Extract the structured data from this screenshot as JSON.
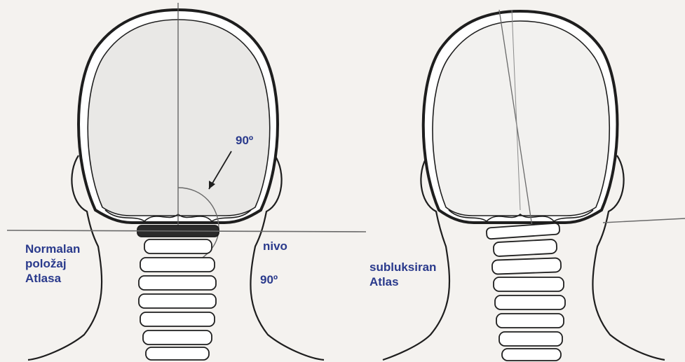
{
  "labels": {
    "normal_line1": "Normalan",
    "normal_line2": "položaj",
    "normal_line3": "Atlasa",
    "angle_top": "90º",
    "nivo": "nivo",
    "angle_bottom": "90º",
    "sublux_line1": "subluksiran",
    "sublux_line2": "Atlas"
  },
  "colors": {
    "label_text": "#2a3a8c",
    "ink": "#1e1e1e",
    "bone_fill": "#e9e8e6",
    "paper": "#f4f2ef"
  }
}
